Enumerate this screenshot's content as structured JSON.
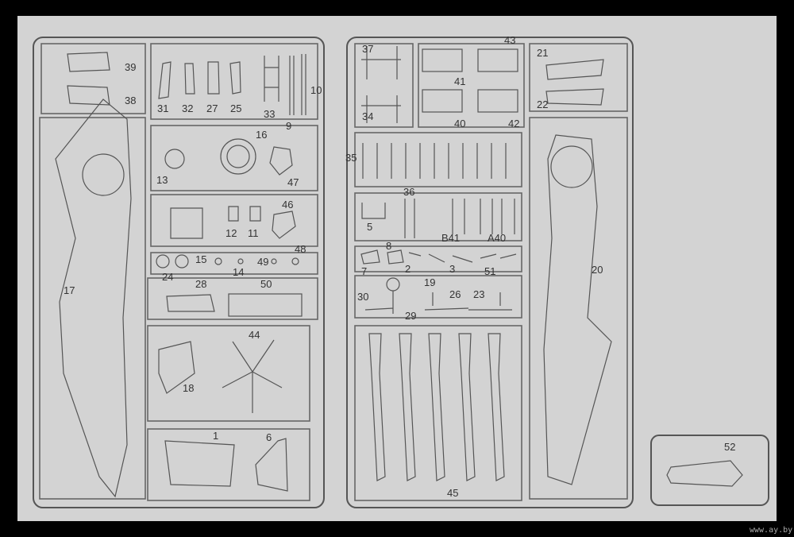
{
  "labels": {
    "p39": "39",
    "p38": "38",
    "p31": "31",
    "p32": "32",
    "p27": "27",
    "p25": "25",
    "p33": "33",
    "p10": "10",
    "p9": "9",
    "p16": "16",
    "p13": "13",
    "p47": "47",
    "p46": "46",
    "p12": "12",
    "p11": "11",
    "p48": "48",
    "p15": "15",
    "p49": "49",
    "p24": "24",
    "p14": "14",
    "p28": "28",
    "p50": "50",
    "p17": "17",
    "p44": "44",
    "p18": "18",
    "p1": "1",
    "p6": "6",
    "p37": "37",
    "p34": "34",
    "p43": "43",
    "p41": "41",
    "p40": "40",
    "p42": "42",
    "p21": "21",
    "p22": "22",
    "p35": "35",
    "p36": "36",
    "p5": "5",
    "pB41": "B41",
    "pA40": "A40",
    "p8": "8",
    "p7": "7",
    "p2": "2",
    "p3": "3",
    "p51": "51",
    "p19": "19",
    "p30": "30",
    "p26": "26",
    "p23": "23",
    "p29": "29",
    "p45": "45",
    "p20": "20",
    "p52": "52"
  },
  "watermark": "www.ay.by",
  "colors": {
    "paper": "#d2d2d2",
    "line": "#555555"
  }
}
